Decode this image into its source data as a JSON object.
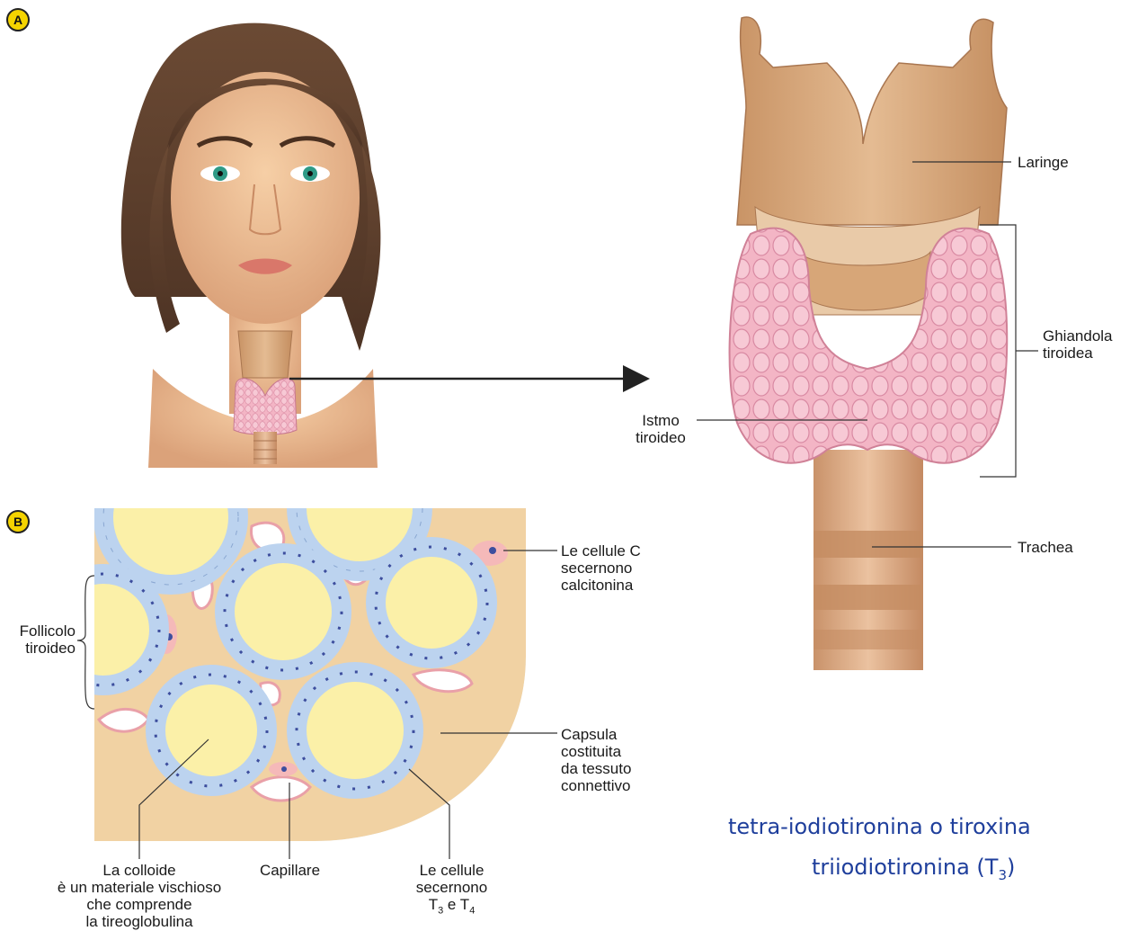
{
  "panels": {
    "a": "A",
    "b": "B"
  },
  "thyroid_labels": {
    "larynx": "Laringe",
    "gland_line1": "Ghiandola",
    "gland_line2": "tiroidea",
    "isthmus_line1": "Istmo",
    "isthmus_line2": "tiroideo",
    "trachea": "Trachea"
  },
  "follicle_labels": {
    "c_cells": [
      "Le cellule C",
      "secernono",
      "calcitonina"
    ],
    "follicle": [
      "Follicolo",
      "tiroideo"
    ],
    "capsule": [
      "Capsula",
      "costituita",
      "da tessuto",
      "connettivo"
    ],
    "colloid": [
      "La colloide",
      "è un materiale vischioso",
      "che comprende",
      "la tireoglobulina"
    ],
    "capillary": "Capillare",
    "cells_line1": "Le cellule",
    "cells_line2": "secernono",
    "cells_line3": {
      "a": "T",
      "sub_a": "3",
      "mid": " e ",
      "b": "T",
      "sub_b": "4"
    }
  },
  "caption": {
    "line1": "tetra-iodiotironina o tiroxina",
    "line2_main": "triiodiotironina (T",
    "line2_sub": "3",
    "line2_end": ")"
  },
  "colors": {
    "caption": "#1f3f9c",
    "thyroid_pink": "#f2b6c6",
    "cartilage": "#d9a97c",
    "colloid": "#fbf0a8",
    "epithelium": "#bcd3ef",
    "connective": "#f1d2a3",
    "background_tint": "#e6f0f8"
  }
}
